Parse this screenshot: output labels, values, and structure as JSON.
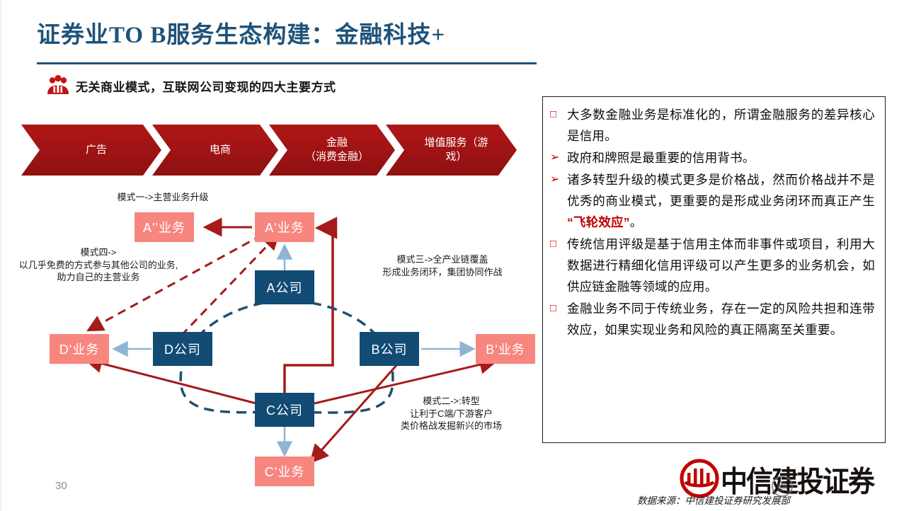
{
  "slide": {
    "title": "证券业TO B服务生态构建：金融科技+",
    "subtitle": "无关商业模式，互联网公司变现的四大主要方式",
    "page_number": "30",
    "source_note": "数据来源：中信建投证券研究发展部",
    "brand_text": "中信建投证券",
    "watermark_glyph": "@",
    "colors": {
      "title_blue": "#1f5278",
      "chevron_red": "#a81616",
      "business_pink": "#f7867f",
      "company_blue": "#124b74",
      "accent_red": "#c00000",
      "arrow_red": "#a51a1a",
      "arrow_blue": "#8fb4d4",
      "dashed_navy": "#1f4f6f"
    }
  },
  "chevrons": [
    {
      "lines": [
        "广告"
      ]
    },
    {
      "lines": [
        "电商"
      ]
    },
    {
      "lines": [
        "金融",
        "（消费金融）"
      ]
    },
    {
      "lines": [
        "增值服务（游",
        "戏）"
      ]
    }
  ],
  "diagram": {
    "nodes": {
      "a2_business": "A''业务",
      "a_business": "A'业务",
      "a_company": "A公司",
      "d_business": "D'业务",
      "d_company": "D公司",
      "b_company": "B公司",
      "b_business": "B'业务",
      "c_company": "C公司",
      "c_business": "C'业务"
    },
    "mode_labels": {
      "mode_one": "模式一->主营业务升级",
      "mode_four": "模式四->\n以几乎免费的方式参与其他公司的业务,\n助力自己的主营业务",
      "mode_three": "模式三->全产业链覆盖\n形成业务闭环，集团协同作战",
      "mode_two": "模式二->:转型\n让利于C端/下游客户\n类价格战发掘新兴的市场"
    }
  },
  "right_panel": {
    "bullets": [
      {
        "marker": "□",
        "marker_type": "square",
        "text_before": "大多数金融业务是标准化的，所谓金融服务的差异核心是信用。",
        "highlight": "",
        "text_after": ""
      },
      {
        "marker": "➢",
        "marker_type": "arrow",
        "text_before": "政府和牌照是最重要的信用背书。",
        "highlight": "",
        "text_after": ""
      },
      {
        "marker": "➢",
        "marker_type": "arrow",
        "text_before": "诸多转型升级的模式更多是价格战，然而价格战并不是优秀的商业模式，更重要的是形成业务闭环而真正产生 ",
        "highlight": "“飞轮效应”",
        "text_after": "。"
      },
      {
        "marker": "□",
        "marker_type": "square",
        "text_before": "传统信用评级是基于信用主体而非事件或项目，利用大数据进行精细化信用评级可以产生更多的业务机会，如供应链金融等领域的应用。",
        "highlight": "",
        "text_after": ""
      },
      {
        "marker": "□",
        "marker_type": "square",
        "text_before": "金融业务不同于传统业务，存在一定的风险共担和连带效应，如果实现业务和风险的真正隔离至关重要。",
        "highlight": "",
        "text_after": ""
      }
    ]
  }
}
